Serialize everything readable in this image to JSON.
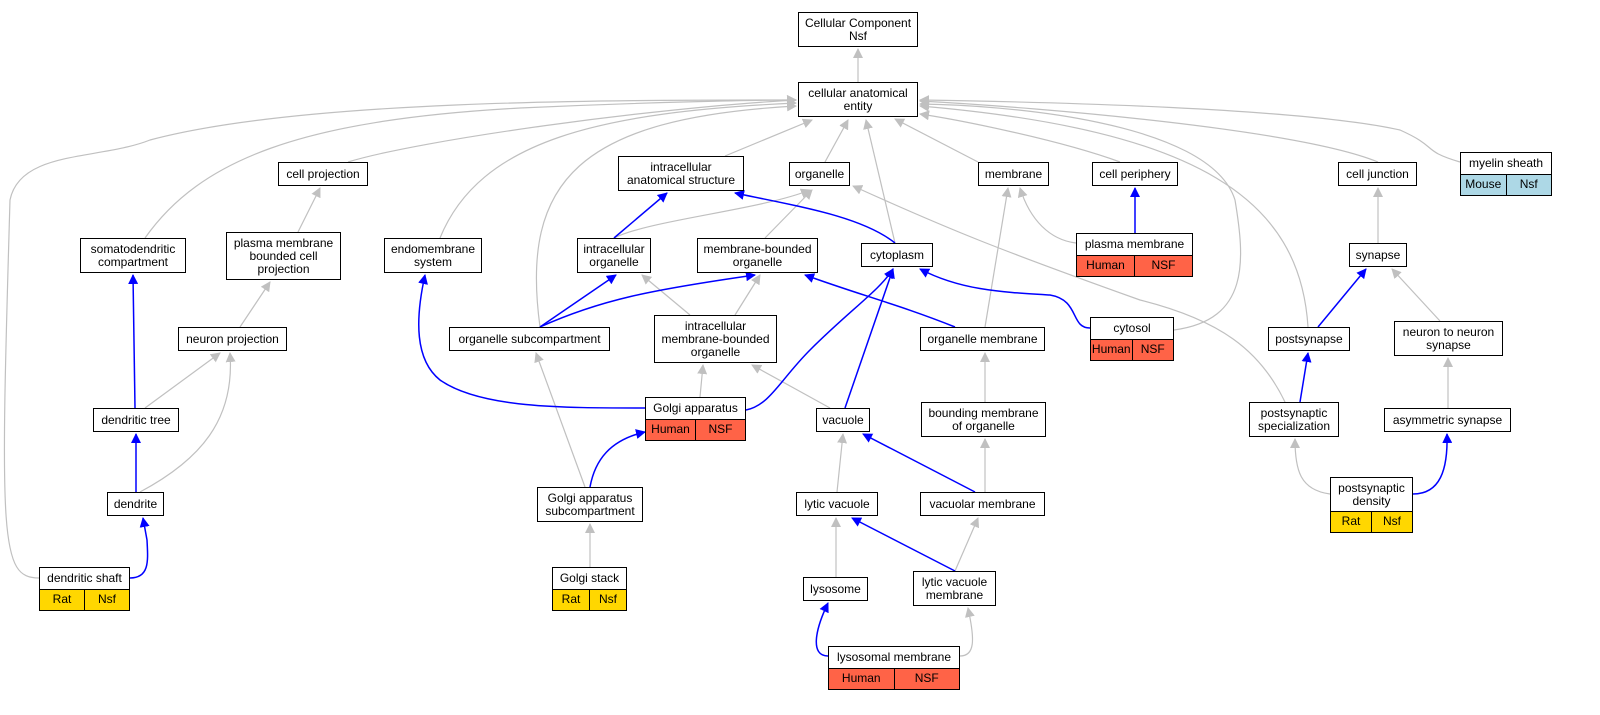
{
  "colors": {
    "is_a_edge": "#c0c0c0",
    "part_of_edge": "#0000ff",
    "human": "#ff6347",
    "rat": "#ffd700",
    "mouse": "#add8e6"
  },
  "nodes": {
    "root": [
      "Cellular Component",
      "Nsf"
    ],
    "cae": [
      "cellular anatomical",
      "entity"
    ],
    "cellproj": [
      "cell projection"
    ],
    "ias": [
      "intracellular",
      "anatomical structure"
    ],
    "organelle": [
      "organelle"
    ],
    "membrane": [
      "membrane"
    ],
    "cellperiph": [
      "cell periphery"
    ],
    "celljunc": [
      "cell junction"
    ],
    "myelin": [
      "myelin sheath"
    ],
    "somato": [
      "somatodendritic",
      "compartment"
    ],
    "pmbcp": [
      "plasma membrane",
      "bounded cell",
      "projection"
    ],
    "endomem": [
      "endomembrane",
      "system"
    ],
    "intorg": [
      "intracellular",
      "organelle"
    ],
    "mbo": [
      "membrane-bounded",
      "organelle"
    ],
    "cytoplasm": [
      "cytoplasm"
    ],
    "plasmamem": [
      "plasma membrane"
    ],
    "synapse": [
      "synapse"
    ],
    "neuronproj": [
      "neuron projection"
    ],
    "orgsub": [
      "organelle subcompartment"
    ],
    "imbo": [
      "intracellular",
      "membrane-bounded",
      "organelle"
    ],
    "orgmem": [
      "organelle membrane"
    ],
    "cytosol": [
      "cytosol"
    ],
    "postsynapse": [
      "postsynapse"
    ],
    "n2n": [
      "neuron to neuron",
      "synapse"
    ],
    "dendtree": [
      "dendritic tree"
    ],
    "golgi": [
      "Golgi apparatus"
    ],
    "vacuole": [
      "vacuole"
    ],
    "bmo": [
      "bounding membrane",
      "of organelle"
    ],
    "pss": [
      "postsynaptic",
      "specialization"
    ],
    "asymsyn": [
      "asymmetric synapse"
    ],
    "dendrite": [
      "dendrite"
    ],
    "golgisub": [
      "Golgi apparatus",
      "subcompartment"
    ],
    "lyticvac": [
      "lytic vacuole"
    ],
    "vacmem": [
      "vacuolar membrane"
    ],
    "psd": [
      "postsynaptic",
      "density"
    ],
    "dendshaft": [
      "dendritic shaft"
    ],
    "golgistack": [
      "Golgi stack"
    ],
    "lysosome": [
      "lysosome"
    ],
    "lvm": [
      "lytic vacuole",
      "membrane"
    ],
    "lysomem": [
      "lysosomal membrane"
    ]
  },
  "annotations": {
    "myelin": {
      "labels": [
        "Mouse",
        "Nsf"
      ],
      "color": "#add8e6"
    },
    "plasmamem": {
      "labels": [
        "Human",
        "NSF"
      ],
      "color": "#ff6347"
    },
    "cytosol": {
      "labels": [
        "Human",
        "NSF"
      ],
      "color": "#ff6347"
    },
    "golgi": {
      "labels": [
        "Human",
        "NSF"
      ],
      "color": "#ff6347"
    },
    "psd": {
      "labels": [
        "Rat",
        "Nsf"
      ],
      "color": "#ffd700"
    },
    "dendshaft": {
      "labels": [
        "Rat",
        "Nsf"
      ],
      "color": "#ffd700"
    },
    "golgistack": {
      "labels": [
        "Rat",
        "Nsf"
      ],
      "color": "#ffd700"
    },
    "lysomem": {
      "labels": [
        "Human",
        "NSF"
      ],
      "color": "#ff6347"
    }
  }
}
